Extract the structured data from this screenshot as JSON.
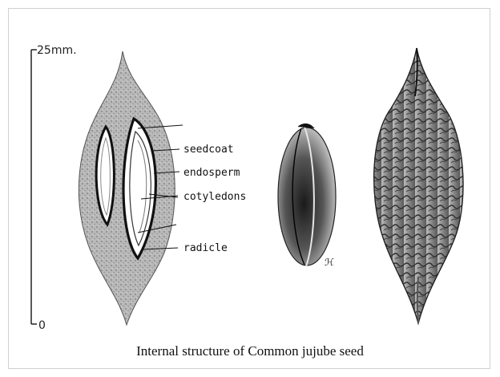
{
  "scale": {
    "top_label": "25mm.",
    "bottom_label": "0"
  },
  "labels": {
    "seedcoat": "seedcoat",
    "endosperm": "endosperm",
    "cotyledons": "cotyledons",
    "radicle": "radicle"
  },
  "artist_mark": "ℋ",
  "caption": "Internal structure of Common jujube seed"
}
